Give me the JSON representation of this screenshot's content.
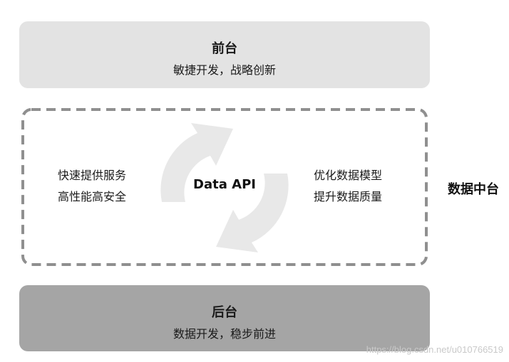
{
  "front": {
    "title": "前台",
    "subtitle": "敏捷开发，战略创新"
  },
  "middle": {
    "left_lines": [
      "快速提供服务",
      "高性能高安全"
    ],
    "center_label": "Data API",
    "right_lines": [
      "优化数据模型",
      "提升数据质量"
    ],
    "side_label": "数据中台"
  },
  "back": {
    "title": "后台",
    "subtitle": "数据开发，稳步前进"
  },
  "watermark": "https://blog.csdn.net/u010766519",
  "colors": {
    "front_fill": "#e3e3e3",
    "back_fill": "#a5a5a5",
    "dashed_border": "#8f8f8f",
    "cycle_arrows": "#e8e8e8"
  }
}
